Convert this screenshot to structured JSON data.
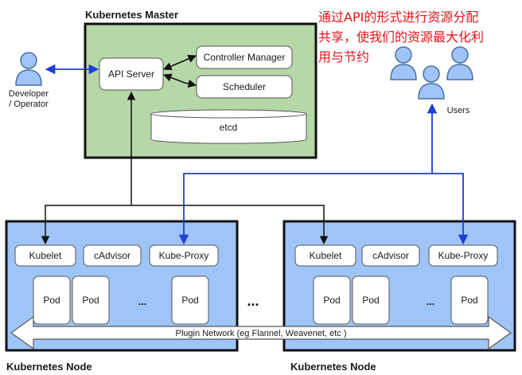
{
  "master": {
    "title": "Kubernetes Master"
  },
  "components": {
    "api_server": "API Server",
    "controller_manager": "Controller Manager",
    "scheduler": "Scheduler",
    "etcd": "etcd"
  },
  "developer": {
    "line1": "Developer",
    "line2": "/ Operator"
  },
  "users": {
    "label": "Users"
  },
  "annotation": {
    "line1": "通过API的形式进行资源分配",
    "line2": "共享，使我们的资源最大化利",
    "line3": "用与节约"
  },
  "node": {
    "title": "Kubernetes Node",
    "kubelet": "Kubelet",
    "cadvisor": "cAdvisor",
    "kube_proxy": "Kube-Proxy",
    "pod": "Pod",
    "dots": "..."
  },
  "between_nodes": "...",
  "network": {
    "label": "Plugin Network (eg Flannel, Weavenet, etc )"
  },
  "colors": {
    "master_fill": "#b6d7a8",
    "node_fill": "#9fc5f8",
    "black_link": "#111111",
    "blue_link": "#1f3fd6",
    "annotation": "#e0151b",
    "person": "#9fc5f8"
  }
}
